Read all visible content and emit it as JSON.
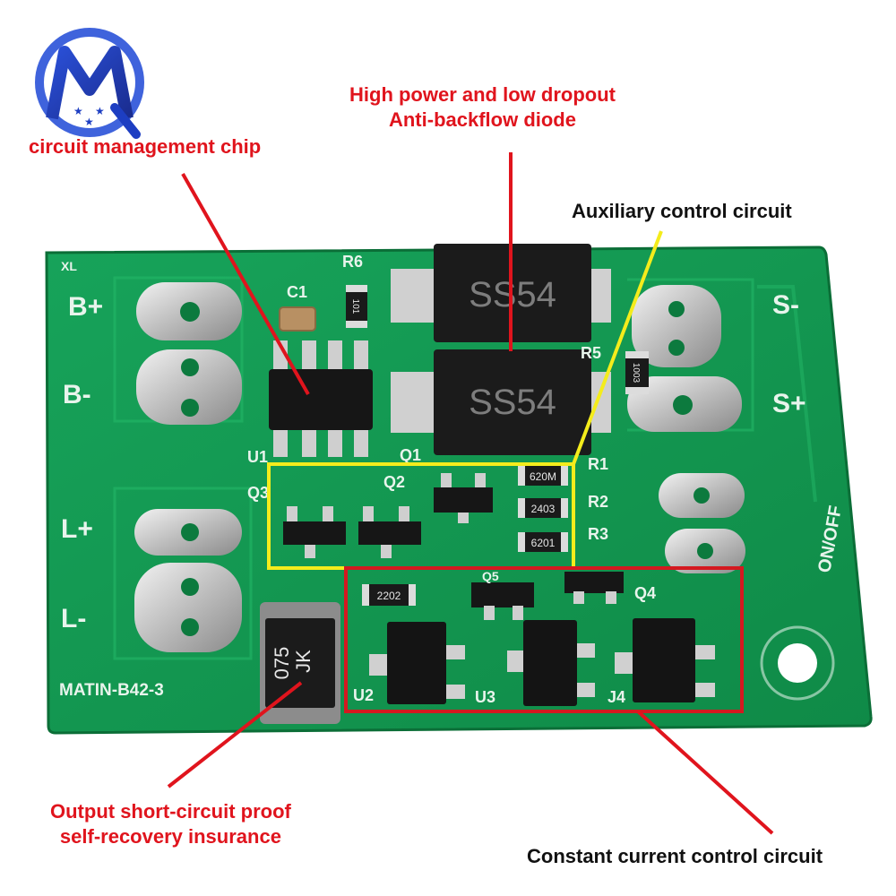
{
  "board": {
    "silkscreen": {
      "xl": "XL",
      "b_plus": "B+",
      "b_minus": "B-",
      "l_plus": "L+",
      "l_minus": "L-",
      "s_minus": "S-",
      "s_plus": "S+",
      "on_off": "ON/OFF",
      "model": "MATIN-B42-3",
      "c1": "C1",
      "r6": "R6",
      "r5": "R5",
      "r1": "R1",
      "r2": "R2",
      "r3": "R3",
      "u1": "U1",
      "q1": "Q1",
      "q2": "Q2",
      "q3": "Q3",
      "q4": "Q4",
      "u2": "U2",
      "u3": "U3",
      "j4": "J4",
      "q5": "Q5"
    },
    "component_marks": {
      "diode_top": "SS54",
      "diode_bottom": "SS54",
      "fuse_line1": "JK",
      "fuse_line2": "075",
      "res_r6": "101",
      "res_r5": "1003",
      "res_r1": "620M",
      "res_r2": "2403",
      "res_r3": "6201",
      "res_2202": "2202"
    }
  },
  "annotations": {
    "chip": "circuit management chip",
    "diode_line1": "High power and low dropout",
    "diode_line2": "Anti-backflow diode",
    "aux": "Auxiliary control circuit",
    "fuse_line1": "Output short-circuit proof",
    "fuse_line2": "self-recovery insurance",
    "cc": "Constant current control circuit"
  },
  "colors": {
    "pcb": "#139a52",
    "pcb_dark": "#0b7a3c",
    "silkscreen": "#e8f4ec",
    "annotation_red": "#e0141d",
    "highlight_yellow": "#f4ec1c",
    "highlight_red": "#d41920"
  },
  "icons": {
    "logo": "mq-star-logo"
  }
}
